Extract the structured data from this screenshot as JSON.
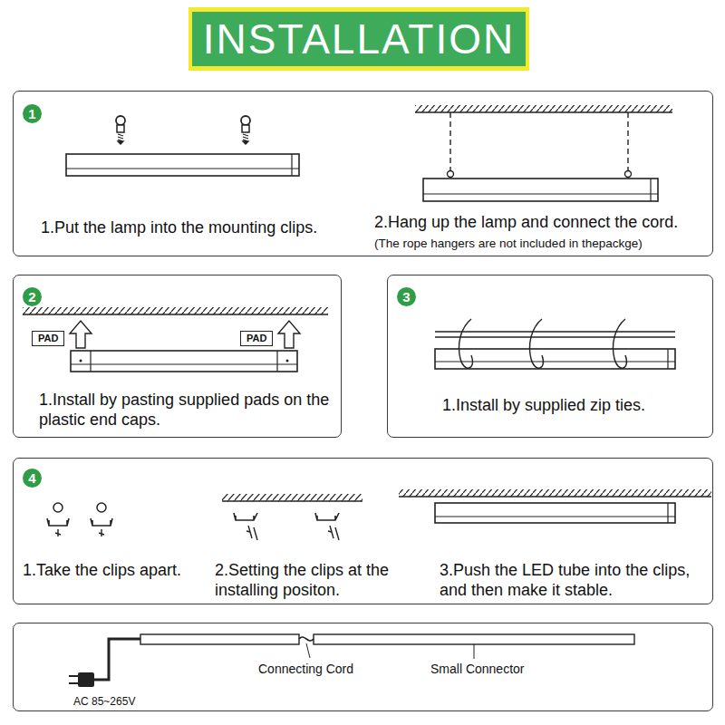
{
  "diagram": {
    "title": "INSTALLATION",
    "nodes": [
      {
        "text": [
          "1.Put the lamp into the mounting clips.",
          "2.Hang up the lamp and connect the cord.",
          "(The rope hangers are not included in thepackge)"
        ]
      },
      {
        "text": [
          "1"
        ],
        "in": 0
      },
      {
        "text": [
          "1.Install by pasting supplied pads on the plastic end caps."
        ]
      },
      {
        "text": [
          "2"
        ],
        "in": 2
      },
      {
        "text": [
          "PAD"
        ],
        "in": 2
      },
      {
        "text": [
          "PAD"
        ],
        "in": 2
      },
      {
        "text": [
          "1.Install by supplied zip ties."
        ]
      },
      {
        "text": [
          "3"
        ],
        "in": 6
      },
      {
        "text": [
          "1.Take the clips apart.",
          "2.Setting the clips at the installing positon.",
          "3.Push the LED tube into the clips, and then make it stable."
        ]
      },
      {
        "text": [
          "4"
        ],
        "in": 8
      },
      {
        "text": [
          "Connecting Cord",
          "Small Connector",
          "AC 85~265V"
        ]
      }
    ]
  }
}
